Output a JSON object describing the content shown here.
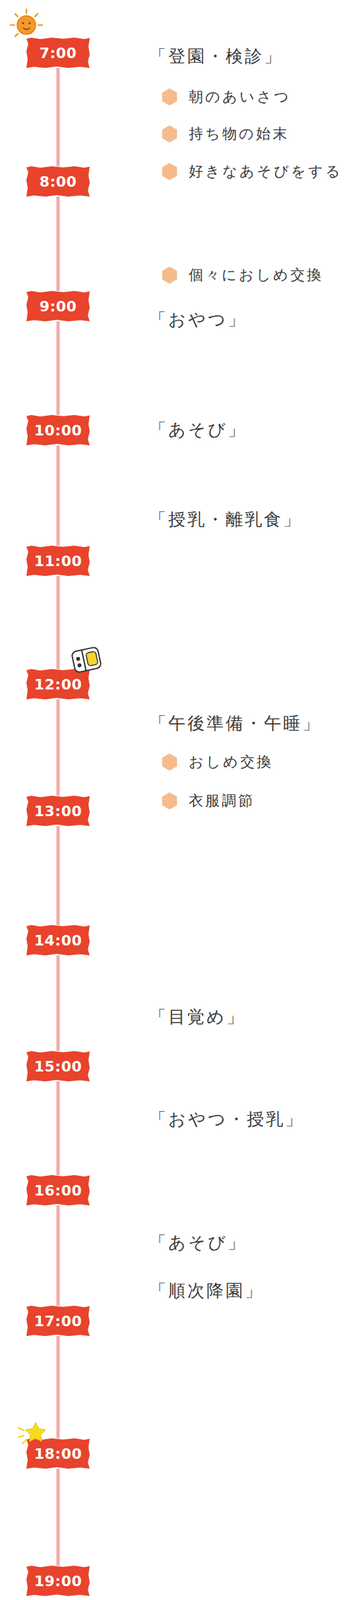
{
  "diagram": {
    "nodes": [
      {
        "text": [
          "7:00"
        ]
      },
      {
        "text": [
          "8:00"
        ]
      },
      {
        "text": [
          "9:00"
        ]
      },
      {
        "text": [
          "10:00"
        ]
      },
      {
        "text": [
          "11:00"
        ]
      },
      {
        "text": [
          "12:00"
        ]
      },
      {
        "text": [
          "13:00"
        ]
      },
      {
        "text": [
          "14:00"
        ]
      },
      {
        "text": [
          "15:00"
        ]
      },
      {
        "text": [
          "16:00"
        ]
      },
      {
        "text": [
          "17:00"
        ]
      },
      {
        "text": [
          "18:00"
        ]
      },
      {
        "text": [
          "19:00"
        ]
      }
    ],
    "edges": [
      {
        "from": 0,
        "to": 1,
        "arrow": "none"
      },
      {
        "from": 1,
        "to": 2,
        "arrow": "none"
      },
      {
        "from": 2,
        "to": 3,
        "arrow": "none"
      },
      {
        "from": 3,
        "to": 4,
        "arrow": "none"
      },
      {
        "from": 4,
        "to": 5,
        "arrow": "none"
      },
      {
        "from": 5,
        "to": 6,
        "arrow": "none"
      },
      {
        "from": 6,
        "to": 7,
        "arrow": "none"
      },
      {
        "from": 7,
        "to": 8,
        "arrow": "none"
      },
      {
        "from": 8,
        "to": 9,
        "arrow": "none"
      },
      {
        "from": 9,
        "to": 10,
        "arrow": "none"
      },
      {
        "from": 10,
        "to": 11,
        "arrow": "none"
      },
      {
        "from": 11,
        "to": 12,
        "arrow": "none"
      }
    ],
    "labels": [
      "「登園・検診」",
      "朝のあいさつ",
      "持ち物の始末",
      "好きなあそびをする",
      "個々におしめ交換",
      "「おやつ」",
      "「あそび」",
      "「授乳・離乳食」",
      "「午後準備・午睡」",
      "おしめ交換",
      "衣服調節",
      "「目覚め」",
      "「おやつ・授乳」",
      "「あそび」",
      "「順次降園」"
    ]
  }
}
